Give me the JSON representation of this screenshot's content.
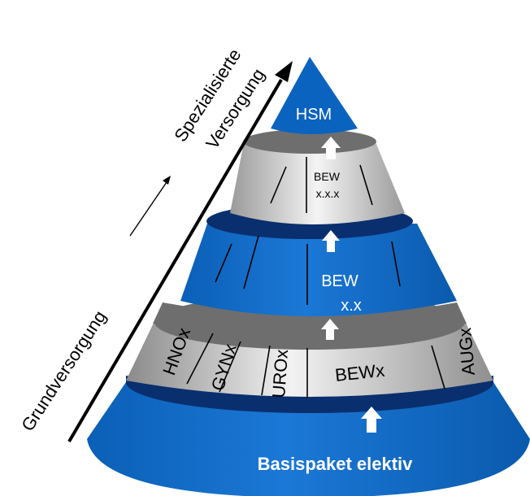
{
  "levels": {
    "top": "HSM",
    "third_bew_line1": "BEW",
    "third_bew_line2": "x.x.x",
    "second_bew_line1": "BEW",
    "second_bew_line2": "x.x",
    "first_hno": "HNOx",
    "first_gyn": "GYNx",
    "first_uro": "UROx",
    "first_bew": "BEWx",
    "first_aug": "AUGx",
    "base": "Basispaket elektiv"
  },
  "axis": {
    "top_line1": "Spezialisierte",
    "top_line2": "Versorgung",
    "bottom": "Grundversorgung"
  },
  "colors": {
    "blue": "#0a63bf",
    "dark_navy": "#0a2f6e",
    "gray_band": "#6e6e6e",
    "light_gray": "#e6e6e6",
    "white": "#ffffff",
    "black": "#000000"
  }
}
